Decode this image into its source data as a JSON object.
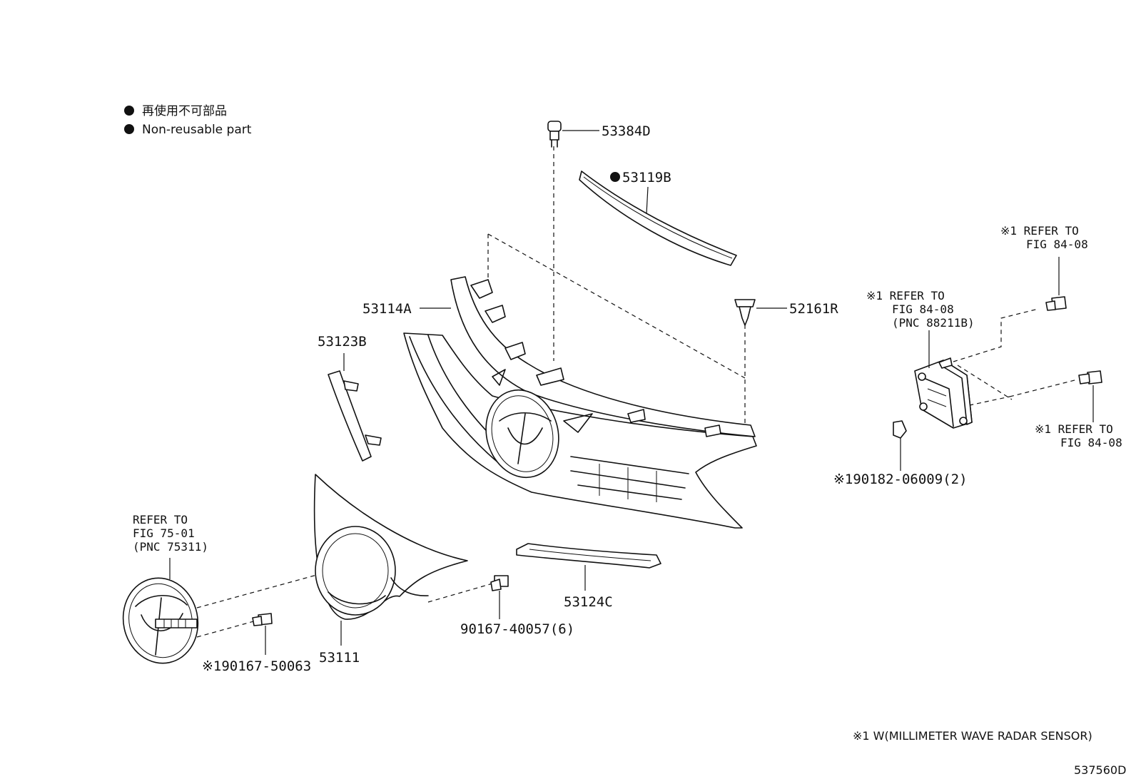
{
  "legend": {
    "line_jp": "再使用不可部品",
    "line_en": "Non-reusable part"
  },
  "parts": {
    "p53384D": "53384D",
    "p53119B": "53119B",
    "p53114A": "53114A",
    "p53123B": "53123B",
    "p52161R": "52161R",
    "p53111": "53111",
    "p53124C": "53124C",
    "p90167_40057": "90167-40057(6)",
    "p90167_50063": "※190167-50063",
    "p90182_06009": "※190182-06009(2)"
  },
  "refs": {
    "emblem": {
      "l1": "REFER TO",
      "l2": "FIG 75-01",
      "l3": "(PNC 75311)"
    },
    "sensor": {
      "l1": "※1 REFER TO",
      "l2": "FIG 84-08",
      "l3": "(PNC 88211B)"
    },
    "bolt_top": {
      "l1": "※1 REFER TO",
      "l2": "FIG 84-08"
    },
    "bolt_right": {
      "l1": "※1 REFER TO",
      "l2": "FIG 84-08"
    }
  },
  "footer": {
    "note": "※1 W(MILLIMETER WAVE RADAR SENSOR)",
    "code": "537560D"
  }
}
